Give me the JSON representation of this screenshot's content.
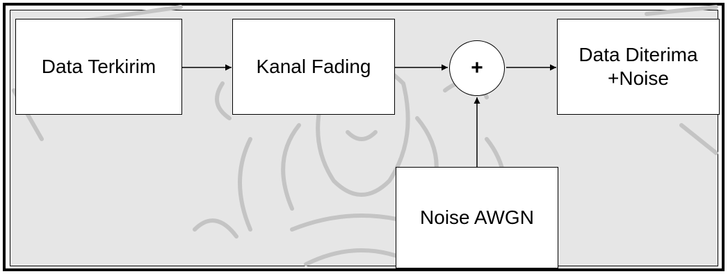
{
  "diagram": {
    "blocks": {
      "data_terkirim": "Data Terkirim",
      "kanal_fading": "Kanal Fading",
      "data_diterima": "Data Diterima\n+Noise",
      "noise_awgn": "Noise AWGN"
    },
    "sum_symbol": "+"
  },
  "colors": {
    "background_fill": "#e6e6e6",
    "block_fill": "#ffffff",
    "stroke": "#000000",
    "watermark": "#c8c8c8"
  }
}
